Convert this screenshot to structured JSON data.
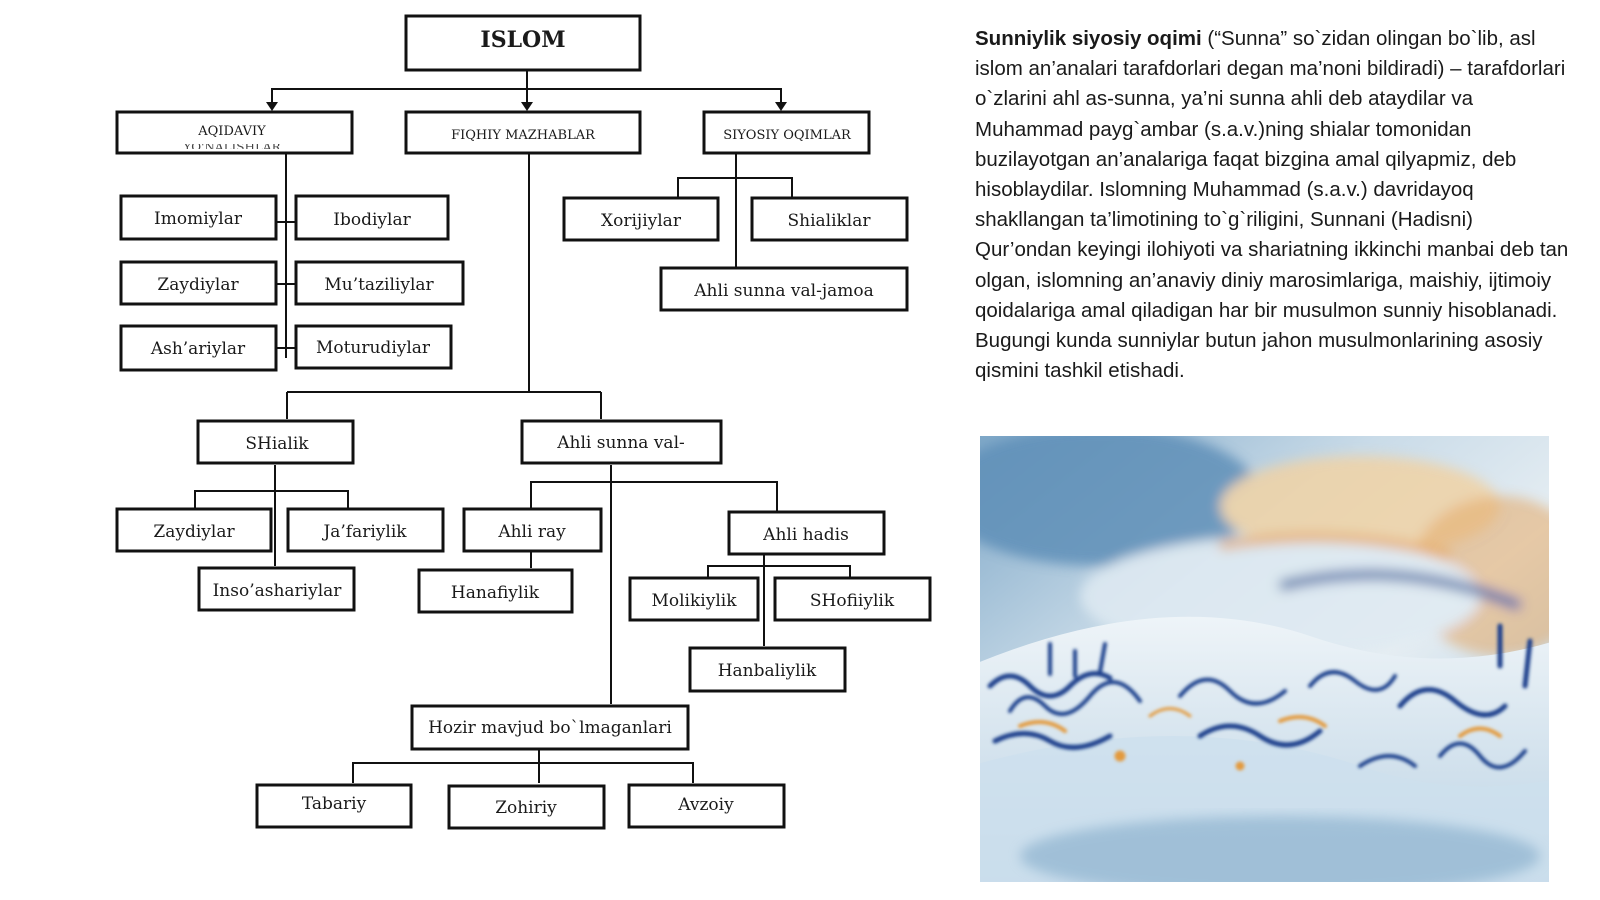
{
  "diagram": {
    "root": "ISLOM",
    "branches": {
      "aqidaviy": "AQIDAVIY",
      "aqidaviy_cut": "YO'NALISHLAR",
      "fiqhiy": "FIQHIY MAZHABLAR",
      "siyosiy": "SIYOSIY OQIMLAR"
    },
    "aqidaviy_items": {
      "imomiylar": "Imomiylar",
      "ibodiylar": "Ibodiylar",
      "zaydiylar": "Zaydiylar",
      "mutaziliylar": "Mu’taziliylar",
      "ashariylar": "Ash’ariylar",
      "moturudiylar": "Moturudiylar"
    },
    "siyosiy_items": {
      "xorijiylar": "Xorijiylar",
      "shialiklar": "Shialiklar",
      "ahli_sunna_jamoa": "Ahli sunna val-jamoa"
    },
    "fiqhiy_items": {
      "shialik": "SHialik",
      "ahli_sunna_val": "Ahli sunna val-",
      "zaydiylar": "Zaydiylar",
      "jafariylik": "Ja’fariylik",
      "insoashariylar": "Inso’ashariylar",
      "ahli_ray": "Ahli ray",
      "hanafiylik": "Hanafiylik",
      "ahli_hadis": "Ahli hadis",
      "molikiylik": "Molikiylik",
      "shofiiylik": "SHofiiylik",
      "hanbaliylik": "Hanbaliylik",
      "hozir_mavjud": "Hozir mavjud bo`lmaganlari",
      "tabariy": "Tabariy",
      "zohiriy": "Zohiriy",
      "avzoiy": "Avzoiy"
    }
  },
  "article": {
    "heading": "Sunniylik siyosiy oqimi",
    "body": " (“Sunna” so`zidan olingan bo`lib, asl islom an’analari tarafdorlari degan ma’noni bildiradi) – tarafdorlari  o`zlarini ahl as-sunna, ya’ni sunna ahli deb ataydilar va Muhammad payg`ambar (s.a.v.)ning shialar tomonidan buzilayotgan an’analariga faqat bizgina amal qilyapmiz, deb hisoblaydilar. Islomning Muhammad (s.a.v.) davridayoq shakllangan ta’limotining to`g`riligini, Sunnani (Hadisni) Qur’ondan keyingi ilohiyoti va shariatning ikkinchi manbai deb tan olgan, islomning an’anaviy diniy marosimlariga, maishiy, ijtimoiy qoidalariga amal qiladigan har bir musulmon sunniy hisoblanadi. Bugungi kunda sunniylar butun jahon musulmonlarining asosiy qismini tashkil etishadi."
  },
  "photo": {
    "icon": "quran-calligraphy-photo",
    "colors": {
      "paper": "#dce9f2",
      "ink": "#1e3f8c",
      "accent": "#e39a3c"
    }
  }
}
